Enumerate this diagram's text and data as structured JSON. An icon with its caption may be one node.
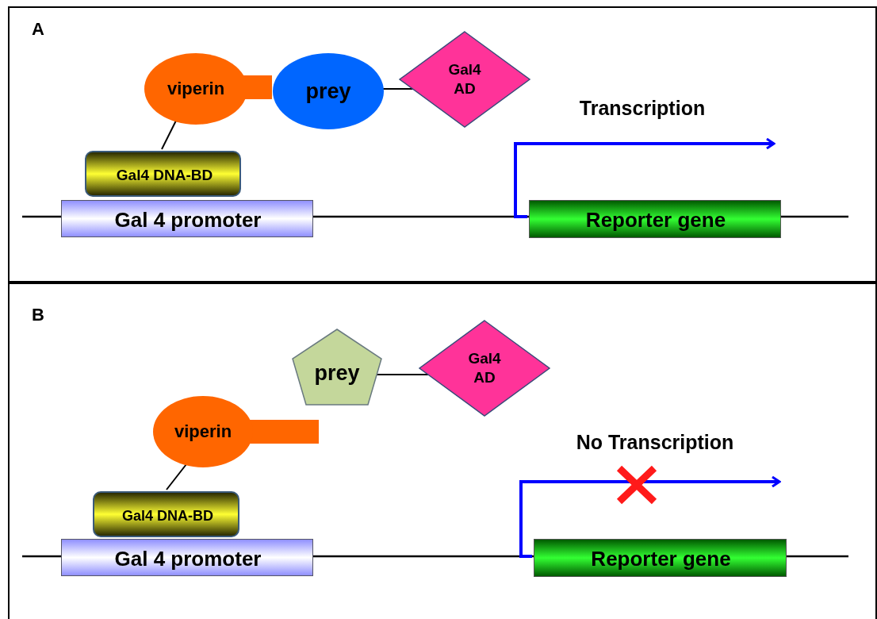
{
  "diagram": {
    "nodes": [
      {
        "text": [
          "A"
        ]
      },
      {
        "text": [
          "viperin"
        ],
        "in": 0
      },
      {
        "text": [
          "prey"
        ],
        "in": 0
      },
      {
        "text": [
          "Gal4 AD"
        ],
        "in": 0
      },
      {
        "text": [
          "Gal4 DNA-BD"
        ],
        "in": 0
      },
      {
        "text": [
          "Gal 4 promoter"
        ],
        "in": 0
      },
      {
        "text": [
          "Reporter gene"
        ],
        "in": 0
      },
      {
        "text": [
          "B"
        ]
      },
      {
        "text": [
          "prey"
        ],
        "in": 7
      },
      {
        "text": [
          "Gal4 AD"
        ],
        "in": 7
      },
      {
        "text": [
          "viperin"
        ],
        "in": 7
      },
      {
        "text": [
          "Gal4 DNA-BD"
        ],
        "in": 7
      },
      {
        "text": [
          "Gal 4 promoter"
        ],
        "in": 7
      },
      {
        "text": [
          "Reporter gene"
        ],
        "in": 7
      }
    ],
    "edges": [
      {
        "from": 1,
        "to": 4,
        "arrow": "none"
      },
      {
        "from": 2,
        "to": 3,
        "arrow": "none"
      },
      {
        "from": 6,
        "to": null,
        "arrow": "to",
        "label": "Transcription",
        "color": "#0000ff",
        "style": "thick"
      },
      {
        "from": 8,
        "to": 9,
        "arrow": "none"
      },
      {
        "from": 10,
        "to": 11,
        "arrow": "none"
      },
      {
        "from": 13,
        "to": null,
        "arrow": "to",
        "label": "No Transcription",
        "color": "#0000ff",
        "style": "thick"
      }
    ]
  }
}
